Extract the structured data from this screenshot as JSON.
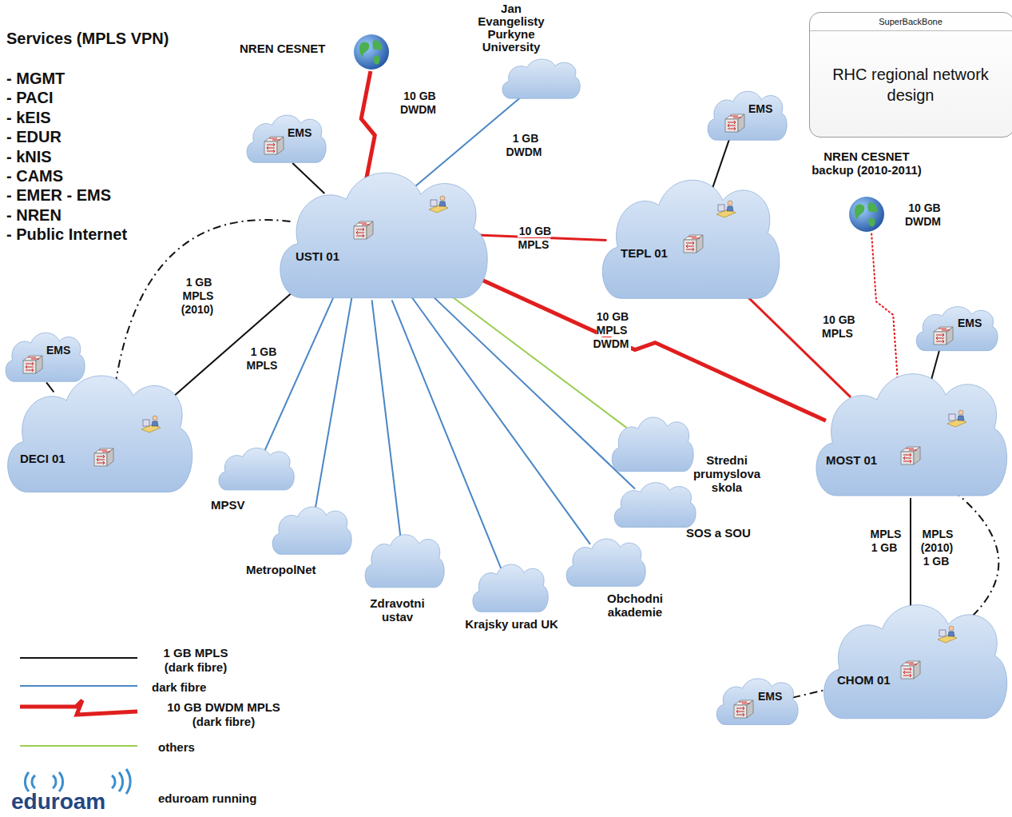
{
  "diagram": {
    "nodes": [
      {
        "text": [
          "NREN CESNET"
        ]
      },
      {
        "text": [
          "Jan Evangelisty Purkyne University"
        ]
      },
      {
        "text": [
          "SuperBackBone",
          "RHC regional network design"
        ]
      },
      {
        "text": [
          "EMS"
        ]
      },
      {
        "text": [
          "USTI 01"
        ]
      },
      {
        "text": [
          "NREN CESNET backup (2010-2011)"
        ]
      },
      {
        "text": [
          "EMS"
        ]
      },
      {
        "text": [
          "TEPL 01"
        ]
      },
      {
        "text": [
          "EMS"
        ]
      },
      {
        "text": [
          "DECI 01"
        ]
      },
      {
        "text": [
          "MPSV"
        ]
      },
      {
        "text": [
          "MetropolNet"
        ]
      },
      {
        "text": [
          "Zdravotni ustav"
        ]
      },
      {
        "text": [
          "Krajsky urad UK"
        ]
      },
      {
        "text": [
          "Obchodni akademie"
        ]
      },
      {
        "text": [
          "Stredni prumyslova skola"
        ]
      },
      {
        "text": [
          "SOS a SOU"
        ]
      },
      {
        "text": [
          "EMS"
        ]
      },
      {
        "text": [
          "MOST 01"
        ]
      },
      {
        "text": [
          "CHOM 01"
        ]
      },
      {
        "text": [
          "EMS"
        ]
      }
    ],
    "edges": [
      {
        "from": 0,
        "to": 4,
        "arrow": "none",
        "label": "10 GB DWDM"
      },
      {
        "from": 4,
        "to": 1,
        "arrow": "none",
        "label": "1 GB DWDM"
      },
      {
        "from": 4,
        "to": 3,
        "arrow": "none"
      },
      {
        "from": 4,
        "to": 7,
        "arrow": "none",
        "label": "10 GB MPLS"
      },
      {
        "from": 7,
        "to": 6,
        "arrow": "none"
      },
      {
        "from": 4,
        "to": 18,
        "arrow": "none",
        "label": "10 GB MPLS DWDM"
      },
      {
        "from": 7,
        "to": 18,
        "arrow": "none",
        "label": "10 GB MPLS"
      },
      {
        "from": 5,
        "to": 18,
        "arrow": "none",
        "label": "10 GB DWDM"
      },
      {
        "from": 4,
        "to": 9,
        "arrow": "none",
        "label": "1 GB MPLS (2010)"
      },
      {
        "from": 4,
        "to": 9,
        "arrow": "none",
        "label": "1 GB MPLS"
      },
      {
        "from": 9,
        "to": 8,
        "arrow": "none"
      },
      {
        "from": 4,
        "to": 10,
        "arrow": "none"
      },
      {
        "from": 4,
        "to": 11,
        "arrow": "none"
      },
      {
        "from": 4,
        "to": 12,
        "arrow": "none"
      },
      {
        "from": 4,
        "to": 13,
        "arrow": "none"
      },
      {
        "from": 4,
        "to": 14,
        "arrow": "none"
      },
      {
        "from": 4,
        "to": 16,
        "arrow": "none"
      },
      {
        "from": 4,
        "to": 15,
        "arrow": "none"
      },
      {
        "from": 18,
        "to": 17,
        "arrow": "none"
      },
      {
        "from": 18,
        "to": 19,
        "arrow": "none",
        "label": "MPLS 1 GB"
      },
      {
        "from": 18,
        "to": 19,
        "arrow": "none",
        "label": "MPLS (2010) 1 GB"
      },
      {
        "from": 19,
        "to": 20,
        "arrow": "none"
      }
    ],
    "labels": [
      "Services (MPLS VPN)",
      "- MGMT",
      "- PACI",
      "- kEIS",
      "- EDUR",
      "- kNIS",
      "- CAMS",
      "- EMER - EMS",
      "- NREN",
      "- Public Internet",
      "eduroam"
    ],
    "legend": [
      {
        "text": "1 GB MPLS (dark fibre)"
      },
      {
        "text": "dark fibre"
      },
      {
        "text": "10 GB DWDM MPLS (dark fibre)"
      },
      {
        "text": "others"
      },
      {
        "text": "eduroam running"
      }
    ]
  }
}
